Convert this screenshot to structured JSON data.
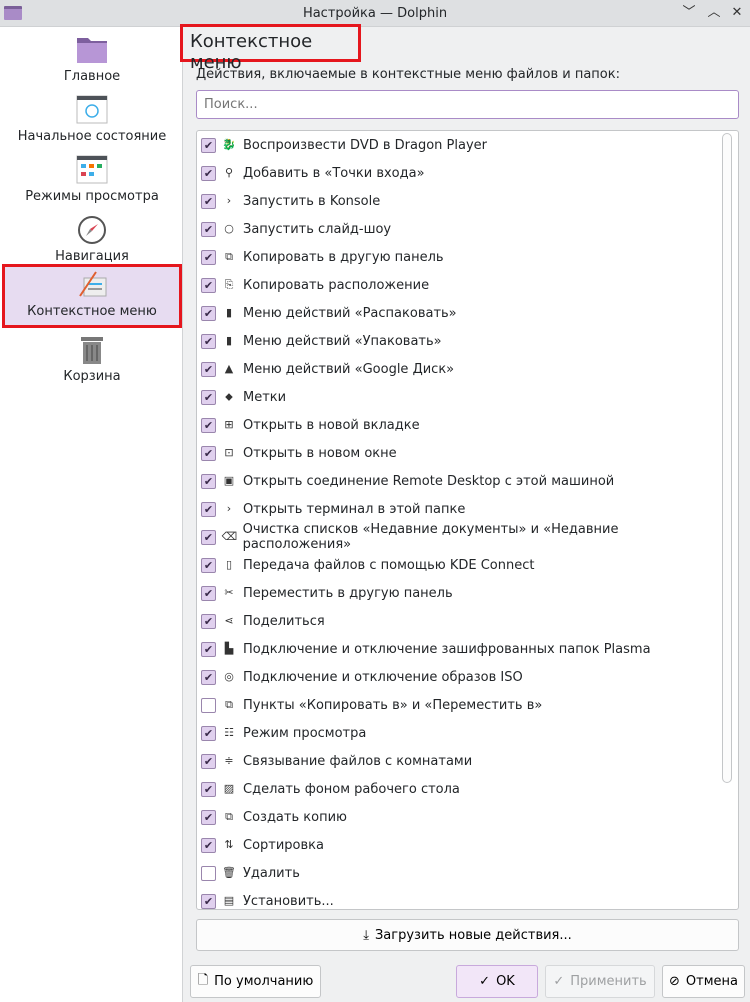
{
  "window": {
    "title": "Настройка — Dolphin",
    "buttons": [
      "﹀",
      "︿",
      "✕"
    ]
  },
  "sidebar": {
    "items": [
      {
        "label": "Главное",
        "icon": "folder-icon"
      },
      {
        "label": "Начальное состояние",
        "icon": "window-icon"
      },
      {
        "label": "Режимы просмотра",
        "icon": "view-modes-icon"
      },
      {
        "label": "Навигация",
        "icon": "compass-icon"
      },
      {
        "label": "Контекстное меню",
        "icon": "context-menu-icon",
        "selected": true
      },
      {
        "label": "Корзина",
        "icon": "trash-icon"
      }
    ]
  },
  "main": {
    "heading": "Контекстное меню",
    "description": "Действия, включаемые в контекстные меню файлов и папок:",
    "search_placeholder": "Поиск...",
    "items": [
      {
        "label": "Воспроизвести DVD в Dragon Player",
        "checked": true,
        "icon": "🐉"
      },
      {
        "label": "Добавить в «Точки входа»",
        "checked": true,
        "icon": "⚲"
      },
      {
        "label": "Запустить в Konsole",
        "checked": true,
        "icon": "›"
      },
      {
        "label": "Запустить слайд-шоу",
        "checked": true,
        "icon": "○"
      },
      {
        "label": "Копировать в другую панель",
        "checked": true,
        "icon": "⧉"
      },
      {
        "label": "Копировать расположение",
        "checked": true,
        "icon": "⎘"
      },
      {
        "label": "Меню действий «Распаковать»",
        "checked": true,
        "icon": "▮"
      },
      {
        "label": "Меню действий «Упаковать»",
        "checked": true,
        "icon": "▮"
      },
      {
        "label": "Меню действий «Google Диск»",
        "checked": true,
        "icon": "▲"
      },
      {
        "label": "Метки",
        "checked": true,
        "icon": "⬥"
      },
      {
        "label": "Открыть в новой вкладке",
        "checked": true,
        "icon": "⊞"
      },
      {
        "label": "Открыть в новом окне",
        "checked": true,
        "icon": "⊡"
      },
      {
        "label": "Открыть соединение Remote Desktop с этой машиной",
        "checked": true,
        "icon": "▣"
      },
      {
        "label": "Открыть терминал в этой папке",
        "checked": true,
        "icon": "›"
      },
      {
        "label": "Очистка списков «Недавние документы» и «Недавние расположения»",
        "checked": true,
        "icon": "⌫"
      },
      {
        "label": "Передача файлов с помощью KDE Connect",
        "checked": true,
        "icon": "▯"
      },
      {
        "label": "Переместить в другую панель",
        "checked": true,
        "icon": "✂"
      },
      {
        "label": "Поделиться",
        "checked": true,
        "icon": "⋖"
      },
      {
        "label": "Подключение и отключение зашифрованных папок Plasma",
        "checked": true,
        "icon": "▙"
      },
      {
        "label": "Подключение и отключение образов ISO",
        "checked": true,
        "icon": "◎"
      },
      {
        "label": "Пункты «Копировать в» и «Переместить в»",
        "checked": false,
        "icon": "⧉"
      },
      {
        "label": "Режим просмотра",
        "checked": true,
        "icon": "☷"
      },
      {
        "label": "Связывание файлов с комнатами",
        "checked": true,
        "icon": "≑"
      },
      {
        "label": "Сделать фоном рабочего стола",
        "checked": true,
        "icon": "▨"
      },
      {
        "label": "Создать копию",
        "checked": true,
        "icon": "⧉"
      },
      {
        "label": "Сортировка",
        "checked": true,
        "icon": "⇅"
      },
      {
        "label": "Удалить",
        "checked": false,
        "icon": "🗑"
      },
      {
        "label": "Установить...",
        "checked": true,
        "icon": "▤"
      }
    ],
    "download_button": "Загрузить новые действия..."
  },
  "footer": {
    "defaults": "По умолчанию",
    "ok": "OK",
    "apply": "Применить",
    "cancel": "Отмена"
  }
}
